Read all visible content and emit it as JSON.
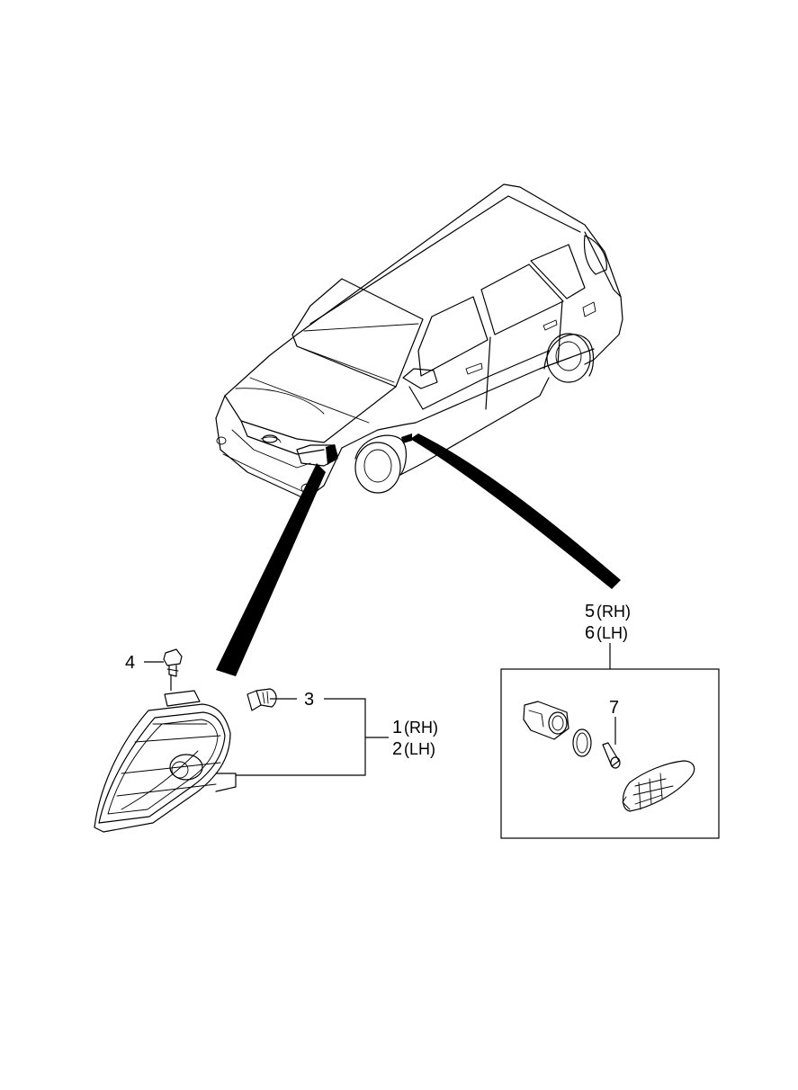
{
  "colors": {
    "ink": "#000000",
    "paper": "#ffffff"
  },
  "callouts": {
    "c1": {
      "num": "1",
      "side": "(RH)"
    },
    "c2": {
      "num": "2",
      "side": "(LH)"
    },
    "c3": {
      "num": "3"
    },
    "c4": {
      "num": "4"
    },
    "c5": {
      "num": "5",
      "side": "(RH)"
    },
    "c6": {
      "num": "6",
      "side": "(LH)"
    },
    "c7": {
      "num": "7"
    }
  }
}
